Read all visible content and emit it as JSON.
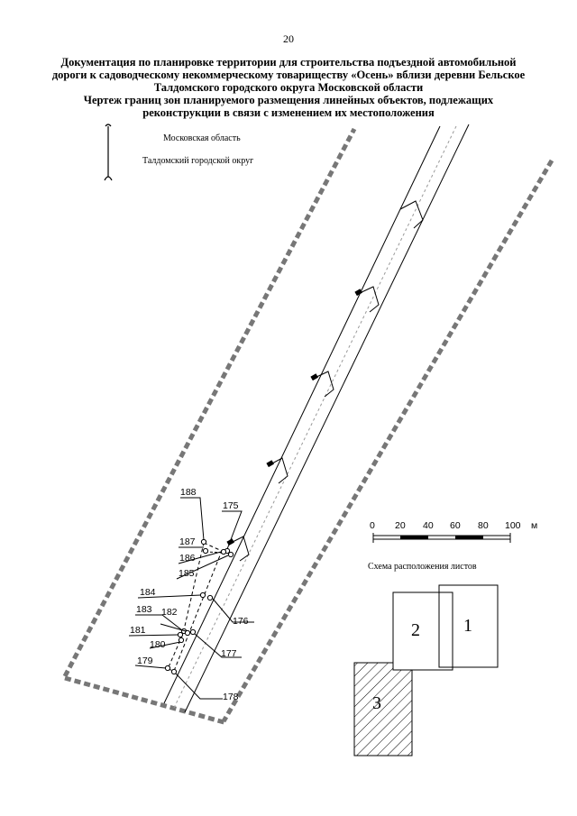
{
  "page_number": "20",
  "title_lines": [
    "Документация по планировке территории для строительства подъездной автомобильной",
    "дороги к садоводческому некоммерческому товариществу «Осень» вблизи деревни Бельское",
    "Талдомского городского округа Московской области",
    "Чертеж границ зон планируемого размещения линейных объектов, подлежащих",
    "реконструкции в связи с изменением их местоположения"
  ],
  "boundary_labels": {
    "region": "Московская область",
    "district": "Талдомский городской округ"
  },
  "point_labels": {
    "p188": "188",
    "p175": "175",
    "p187": "187",
    "p186": "186",
    "p185": "185",
    "p184": "184",
    "p176": "176",
    "p183": "183",
    "p182": "182",
    "p181": "181",
    "p180": "180",
    "p177": "177",
    "p179": "179",
    "p178": "178"
  },
  "scale_bar": {
    "labels": [
      "0",
      "20",
      "40",
      "60",
      "80",
      "100"
    ],
    "unit": "м"
  },
  "sheet_scheme": {
    "title": "Схема расположения листов",
    "sheets": [
      "1",
      "2",
      "3"
    ]
  }
}
